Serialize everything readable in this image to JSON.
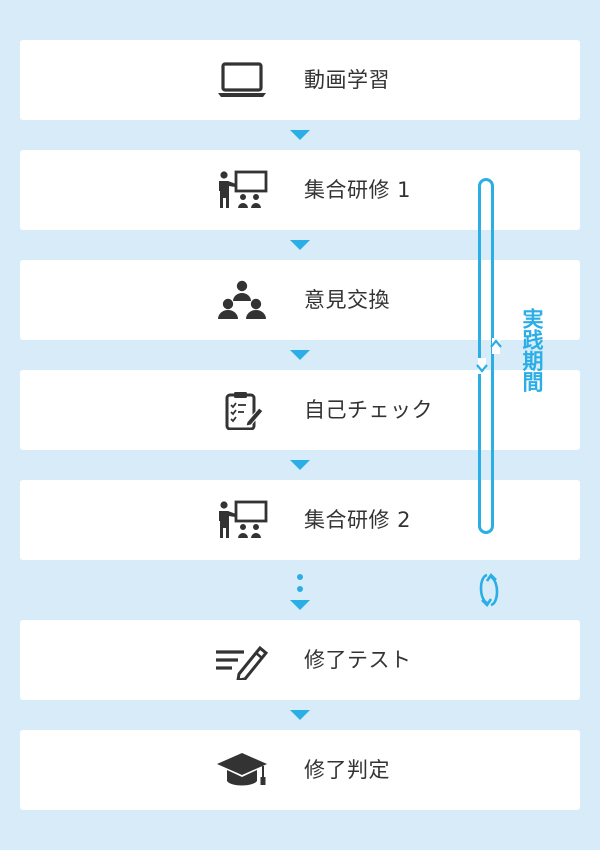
{
  "steps": [
    {
      "label": "動画学習",
      "icon": "laptop-icon"
    },
    {
      "label": "集合研修 1",
      "icon": "classroom-lecture-icon"
    },
    {
      "label": "意見交換",
      "icon": "group-discussion-icon"
    },
    {
      "label": "自己チェック",
      "icon": "clipboard-checklist-icon"
    },
    {
      "label": "集合研修 2",
      "icon": "classroom-lecture-icon"
    },
    {
      "label": "修了テスト",
      "icon": "writing-pen-icon"
    },
    {
      "label": "修了判定",
      "icon": "graduation-cap-icon"
    }
  ],
  "practice_period": {
    "label": "実践期間"
  },
  "colors": {
    "background": "#d7ecf8",
    "card": "#ffffff",
    "accent": "#2aaee5",
    "text": "#333333",
    "icon": "#333333"
  }
}
